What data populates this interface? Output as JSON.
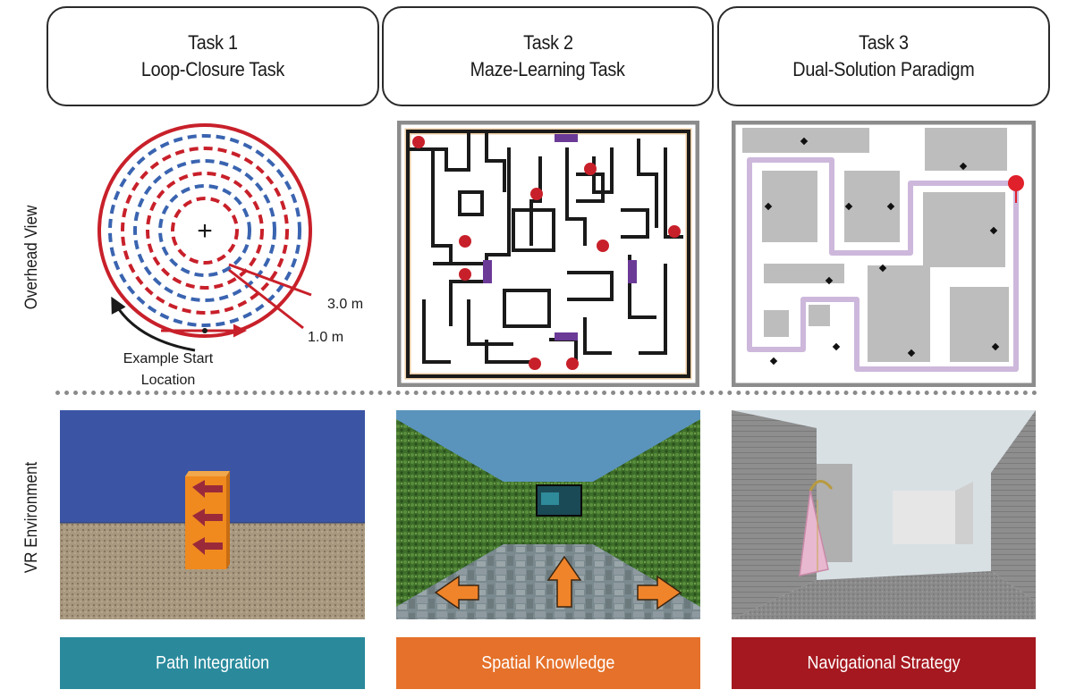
{
  "tasks": [
    {
      "title": "Task 1",
      "subtitle": "Loop-Closure Task"
    },
    {
      "title": "Task 2",
      "subtitle": "Maze-Learning Task"
    },
    {
      "title": "Task 3",
      "subtitle": "Dual-Solution Paradigm"
    }
  ],
  "rows": {
    "overhead": "Overhead View",
    "vr": "VR Environment"
  },
  "loop": {
    "label_3m": "3.0 m",
    "label_1m": "1.0 m",
    "start_line1": "Example Start",
    "start_line2": "Location",
    "center_symbol": "+"
  },
  "outcomes": [
    {
      "label": "Path Integration",
      "color": "#2a8a9c"
    },
    {
      "label": "Spatial Knowledge",
      "color": "#e5712a"
    },
    {
      "label": "Navigational Strategy",
      "color": "#a5181f"
    }
  ],
  "colors": {
    "red": "#c8202a",
    "blue": "#3a64b0",
    "purple": "#6b3a97",
    "maze_wall": "#1a1a1a",
    "sky_task1": "#3b55a4",
    "sky_task2": "#5a94bd",
    "route": "#cdb8dc"
  }
}
